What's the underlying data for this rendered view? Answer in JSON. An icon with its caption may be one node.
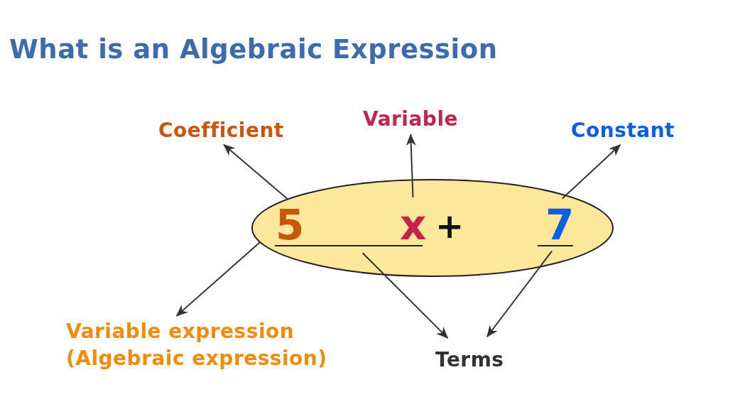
{
  "diagram": {
    "title": "What is an Algebraic Expression",
    "nodes": [
      {
        "text": [
          "Coefficient"
        ]
      },
      {
        "text": [
          "Variable"
        ]
      },
      {
        "text": [
          "Constant"
        ]
      },
      {
        "text": [],
        "shape": "ellipse"
      },
      {
        "text": [
          "5"
        ],
        "in": 3
      },
      {
        "text": [
          "x"
        ],
        "in": 3
      },
      {
        "text": [
          "7"
        ],
        "in": 3
      },
      {
        "text": [],
        "shape": "line",
        "in": 3
      },
      {
        "text": [],
        "shape": "line",
        "in": 3
      },
      {
        "text": [
          "Variable expression (Algebraic expression)"
        ]
      },
      {
        "text": [
          "Terms"
        ]
      }
    ],
    "edges": [
      {
        "from": 4,
        "to": 0,
        "arrow": "to"
      },
      {
        "from": 5,
        "to": 1,
        "arrow": "to"
      },
      {
        "from": 6,
        "to": 2,
        "arrow": "to"
      },
      {
        "from": 3,
        "to": 9,
        "arrow": "to"
      },
      {
        "from": 7,
        "to": 10,
        "arrow": "to"
      },
      {
        "from": 8,
        "to": 10,
        "arrow": "to"
      }
    ],
    "labels": [
      "+"
    ]
  }
}
